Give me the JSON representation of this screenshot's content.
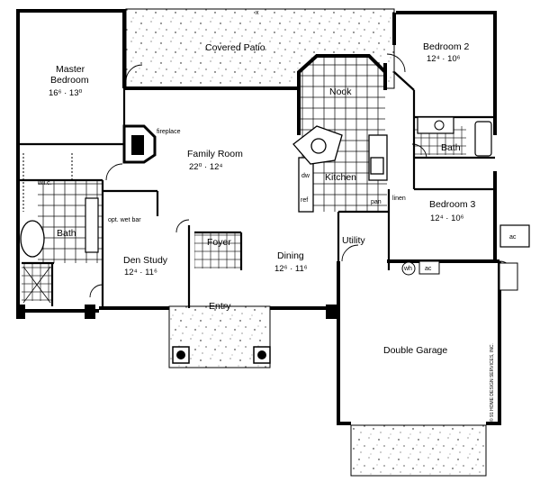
{
  "rooms": {
    "covered_patio": "Covered Patio",
    "master_bedroom_line1": "Master",
    "master_bedroom_line2": "Bedroom",
    "master_bedroom_dims": "16⁶ · 13⁰",
    "bedroom2": "Bedroom 2",
    "bedroom2_dims": "12⁴ · 10⁶",
    "nook": "Nook",
    "family_room": "Family Room",
    "family_room_dims": "22⁰ · 12⁴",
    "kitchen": "Kitchen",
    "bath_right": "Bath",
    "bedroom3": "Bedroom 3",
    "bedroom3_dims": "12⁴ · 10⁶",
    "bath_master": "Bath",
    "den_study": "Den Study",
    "den_study_dims": "12⁴ · 11⁶",
    "foyer": "Foyer",
    "dining": "Dining",
    "dining_dims": "12⁶ · 11⁶",
    "utility": "Utility",
    "entry": "Entry",
    "double_garage": "Double Garage"
  },
  "fixtures": {
    "fireplace": "fireplace",
    "wic": "w.i.c.",
    "opt_wet_bar": "opt. wet bar",
    "dw": "dw",
    "ref": "ref",
    "pan": "pan",
    "linen": "linen",
    "wh": "wh",
    "ac_left": "ac",
    "ac_right": "ac",
    "patio_mark": "x"
  },
  "credit": "© 91 HOME DESIGN SERVICES, INC."
}
